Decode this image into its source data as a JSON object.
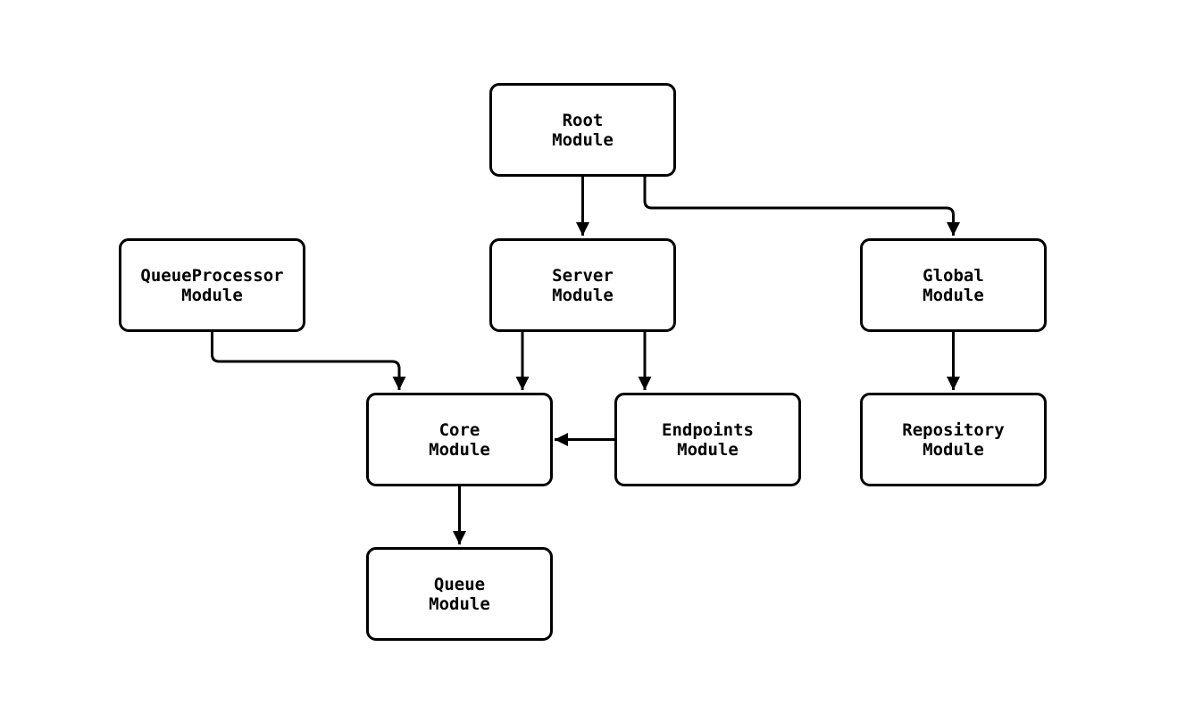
{
  "diagram": {
    "type": "flowchart",
    "background_color": "#ffffff",
    "stroke_color": "#000000",
    "nodes": {
      "root": {
        "label": "Root Module",
        "line1": "Root",
        "line2": "Module"
      },
      "queueprocessor": {
        "label": "QueueProcessor Module",
        "line1": "QueueProcessor",
        "line2": "Module"
      },
      "server": {
        "label": "Server Module",
        "line1": "Server",
        "line2": "Module"
      },
      "global": {
        "label": "Global Module",
        "line1": "Global",
        "line2": "Module"
      },
      "core": {
        "label": "Core Module",
        "line1": "Core",
        "line2": "Module"
      },
      "endpoints": {
        "label": "Endpoints Module",
        "line1": "Endpoints",
        "line2": "Module"
      },
      "repository": {
        "label": "Repository Module",
        "line1": "Repository",
        "line2": "Module"
      },
      "queue": {
        "label": "Queue Module",
        "line1": "Queue",
        "line2": "Module"
      }
    },
    "edges": [
      {
        "from": "Root Module",
        "to": "Server Module"
      },
      {
        "from": "Root Module",
        "to": "Global Module"
      },
      {
        "from": "QueueProcessor Module",
        "to": "Core Module"
      },
      {
        "from": "Server Module",
        "to": "Core Module"
      },
      {
        "from": "Server Module",
        "to": "Endpoints Module"
      },
      {
        "from": "Endpoints Module",
        "to": "Core Module"
      },
      {
        "from": "Global Module",
        "to": "Repository Module"
      },
      {
        "from": "Core Module",
        "to": "Queue Module"
      }
    ]
  }
}
